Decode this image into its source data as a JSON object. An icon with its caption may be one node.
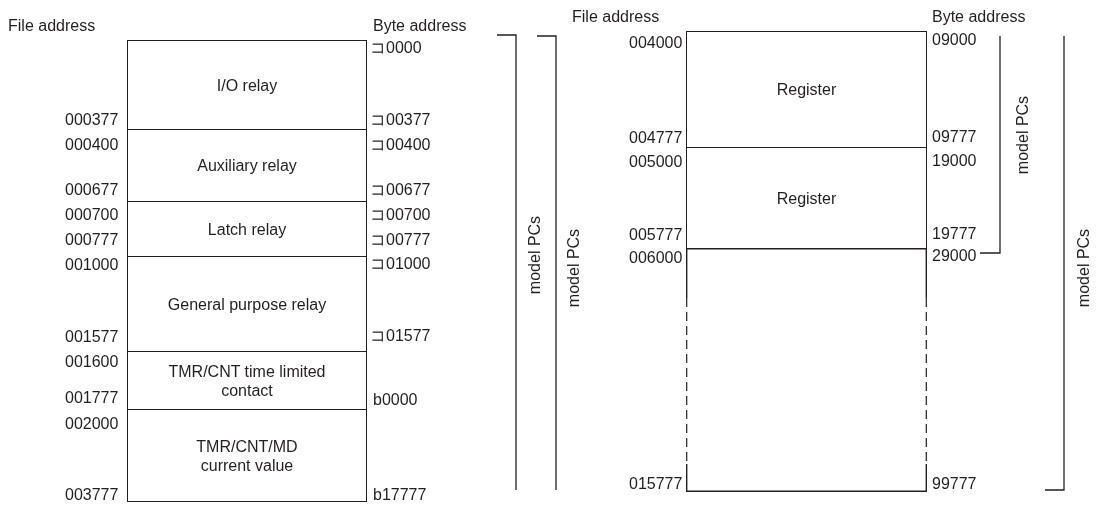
{
  "diagram": {
    "nodes": [
      {
        "text": [
          "I/O relay"
        ]
      },
      {
        "text": [
          "Auxiliary relay"
        ]
      },
      {
        "text": [
          "Latch relay"
        ]
      },
      {
        "text": [
          "General purpose relay"
        ]
      },
      {
        "text": [
          "TMR/CNT time limited contact"
        ]
      },
      {
        "text": [
          "TMR/CNT/MD current value"
        ]
      },
      {
        "text": [
          "Register"
        ]
      },
      {
        "text": [
          "Register"
        ]
      },
      {
        "text": [],
        "shape": "box"
      }
    ],
    "labels": [
      "File address",
      "Byte address",
      "コ0000",
      "000377",
      "コ00377",
      "000400",
      "コ00400",
      "000677",
      "コ00677",
      "000700",
      "コ00700",
      "000777",
      "コ00777",
      "001000",
      "コ01000",
      "001577",
      "コ01577",
      "001600",
      "001777",
      "b0000",
      "002000",
      "003777",
      "b17777",
      "model PCs",
      "model PCs",
      "File address",
      "Byte address",
      "004000",
      "09000",
      "004777",
      "09777",
      "005000",
      "19000",
      "005777",
      "19777",
      "006000",
      "29000",
      "015777",
      "99777",
      "model PCs",
      "model PCs"
    ]
  }
}
